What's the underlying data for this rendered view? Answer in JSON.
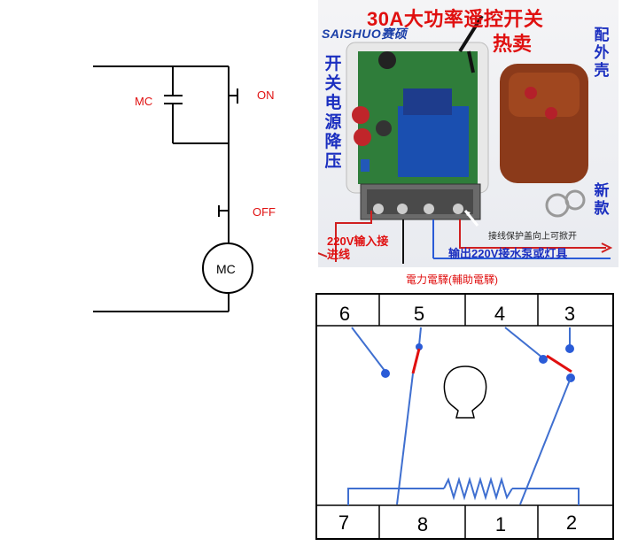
{
  "circuit": {
    "mc_label": "MC",
    "on_label": "ON",
    "off_label": "OFF",
    "motor_label": "MC"
  },
  "photo": {
    "title": "30A大功率遥控开关",
    "brand": "SAISHUO赛硕",
    "hot_label": "热卖",
    "left_vertical": "开关电源降压",
    "right_vertical": "配外壳",
    "new_label": "新款",
    "input_label": "220V输入接进线",
    "output_label": "输出220V接水泵或灯具",
    "cover_note": "接线保护盖向上可掀开"
  },
  "relay": {
    "title": "電力電驛(輔助電驛)",
    "top_pins": [
      "6",
      "5",
      "4",
      "3"
    ],
    "bottom_pins": [
      "7",
      "8",
      "1",
      "2"
    ]
  },
  "colors": {
    "red": "#e01010",
    "blue": "#2a5bd7",
    "wire_blue": "#3f6fd0"
  }
}
